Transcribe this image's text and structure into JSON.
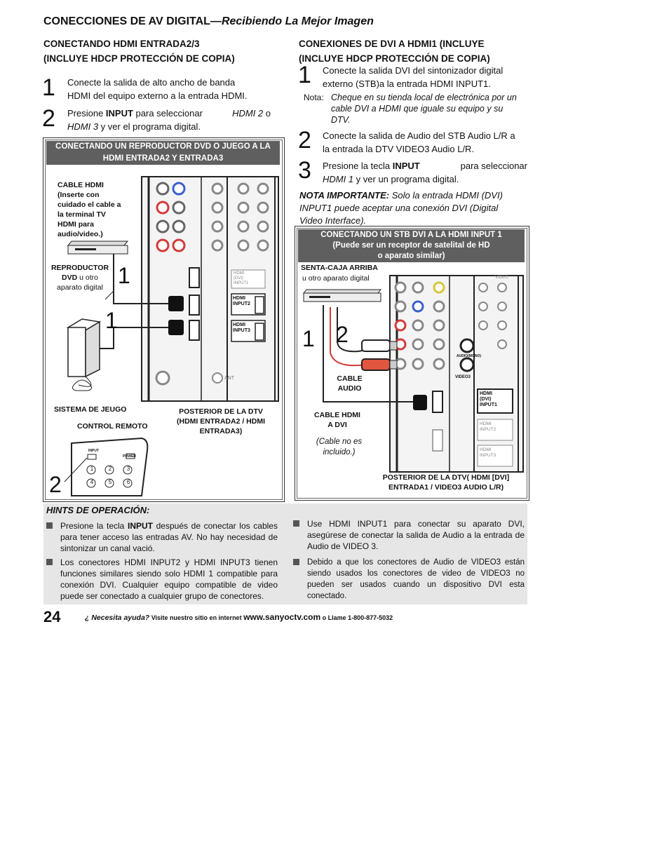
{
  "header": {
    "title_main": "CONECCIONES DE AV DIGITAL—",
    "title_sub": "Recibiendo La Mejor Imagen"
  },
  "left": {
    "heading_line1": "CONECTANDO HDMI ENTRADA2/3",
    "heading_line2": "(INCLUYE HDCP PROTECCIÓN DE COPIA)",
    "step1_num": "1",
    "step1_line1": "Conecte la salida de alto ancho de banda",
    "step1_line2": "HDMI del equipo externo a la entrada HDMI.",
    "step2_num": "2",
    "step2_pre": "Presione ",
    "step2_key": "INPUT",
    "step2_mid": " para seleccionar ",
    "step2_opt1": "HDMI 2",
    "step2_o": " o",
    "step2_opt2": "HDMI 3",
    "step2_post": " y ver el programa digital.",
    "figure": {
      "header_line1": "CONECTANDO UN REPRODUCTOR DVD O JUEGO A LA",
      "header_line2": "HDMI ENTRADA2 Y ENTRADA3",
      "cable_label": [
        "CABLE HDMI",
        "(Inserte con",
        "cuidado el cable a",
        "la terminal TV",
        "HDMI para",
        "audio/video.)"
      ],
      "dvd_label1": "REPRODUCTOR",
      "dvd_label2_bold": "DVD",
      "dvd_label2_rest": " u otro",
      "dvd_label3": "aparato digital",
      "game_label": "SISTEMA DE JEUGO",
      "remote_label": "CONTROL REMOTO",
      "rear_label": [
        "POSTERIOR DE LA DTV",
        "(HDMI ENTRADA2 / HDMI",
        "ENTRADA3)"
      ],
      "port_labels": [
        "HDMI INPUT2",
        "HDMI INPUT3",
        "HDMI (DVI) INPUT1"
      ],
      "ant_label": "ANT",
      "callout_1a": "1",
      "callout_1b": "1",
      "callout_2": "2",
      "remote_input": "INPUT",
      "remote_power": "POWER",
      "remote_keys": [
        "1",
        "2",
        "3",
        "4",
        "5",
        "6"
      ]
    }
  },
  "right": {
    "heading_line1": "CONEXIONES DE DVI A HDMI1 (INCLUYE",
    "heading_line2": "(INCLUYE HDCP PROTECCIÓN DE COPIA)",
    "step1_num": "1",
    "step1_line1": "Conecte la salida DVI del sintonizador digital",
    "step1_line2": "externo (STB)a la entrada HDMI INPUT1.",
    "nota_label": "Nota:",
    "nota_line1": "Cheque en su tienda local de electrónica por un",
    "nota_line2": "cable DVI a HDMI que iguale su equipo y su",
    "nota_line3": "DTV.",
    "step2_num": "2",
    "step2_line1": "Conecte la salida de Audio del STB Audio L/R a",
    "step2_line2": "la entrada la DTV VIDEO3 Audio L/R.",
    "step3_num": "3",
    "step3_pre": "Presione la tecla ",
    "step3_key": "INPUT",
    "step3_mid": " para seleccionar",
    "step3_opt": "HDMI 1",
    "step3_post": " y ver un programa digital.",
    "important_label": "NOTA IMPORTANTE:",
    "important_line1": " Solo la entrada HDMI (DVI)",
    "important_line2": "INPUT1 puede aceptar una conexión DVI (Digital",
    "important_line3": "Video Interface).",
    "figure": {
      "header_line1": "CONECTANDO UN STB DVI A LA HDMI INPUT 1",
      "header_line2": "(Puede ser un receptor de satelital de HD",
      "header_line3": "o aparato similar)",
      "stb_label1": "SENTA-CAJA ARRIBA",
      "stb_label2": "u otro aparato digital",
      "audio_label": [
        "CABLE",
        "AUDIO"
      ],
      "dvi_label": [
        "CABLE HDMI",
        "A DVI"
      ],
      "dvi_note": [
        "(Cable no es",
        "incluido.)"
      ],
      "rear_label": [
        "POSTERIOR DE LA DTV( HDMI [DVI]",
        "ENTRADA1 / VIDEO3 AUDIO L/R)"
      ],
      "callout_1": "1",
      "callout_2": "2",
      "port_labels": [
        "HDMI (DVI) INPUT1",
        "HDMI INPUT2",
        "HDMI INPUT3",
        "VIDEO3",
        "AUDIO(MONO)",
        "VIDEO"
      ]
    }
  },
  "hints": {
    "title": "HINTS DE OPERACIÓN:",
    "h1_pre": "Presione la tecla ",
    "h1_key": "INPUT",
    "h1_rest": " después de conectar los cables para tener acceso las entradas AV. No hay necesidad de sintonizar un canal vació.",
    "h2": "Los conectores HDMI INPUT2 y HDMI INPUT3 tienen funciones similares siendo solo HDMI 1 compatible para conexión DVI. Cualquier equipo compatible de video puede ser conectado a cualquier grupo de conectores.",
    "h3": "Use HDMI INPUT1 para conectar su aparato DVI, asegúrese de conectar la salida de Audio a la entrada de Audio de VIDEO 3.",
    "h4": "Debido a que los conectores de Audio de VIDEO3 están siendo usados los conectores de video de VIDEO3 no pueden ser usados cuando un dispositivo DVI esta conectado."
  },
  "footer": {
    "page_number": "24",
    "help": "¿ Necesita ayuda?",
    "visit": " Visite nuestro sitio en internet ",
    "url": "www.sanyoctv.com",
    "call": " o Llame 1-800-877-5032"
  },
  "colors": {
    "figure_header_bg": "#5f5f5f",
    "hints_bg": "#e6e6e6",
    "jack_red": "#d33a3a",
    "jack_blue": "#3a5fcf",
    "jack_green": "#3f9b4a",
    "jack_yellow": "#d8c63a"
  }
}
